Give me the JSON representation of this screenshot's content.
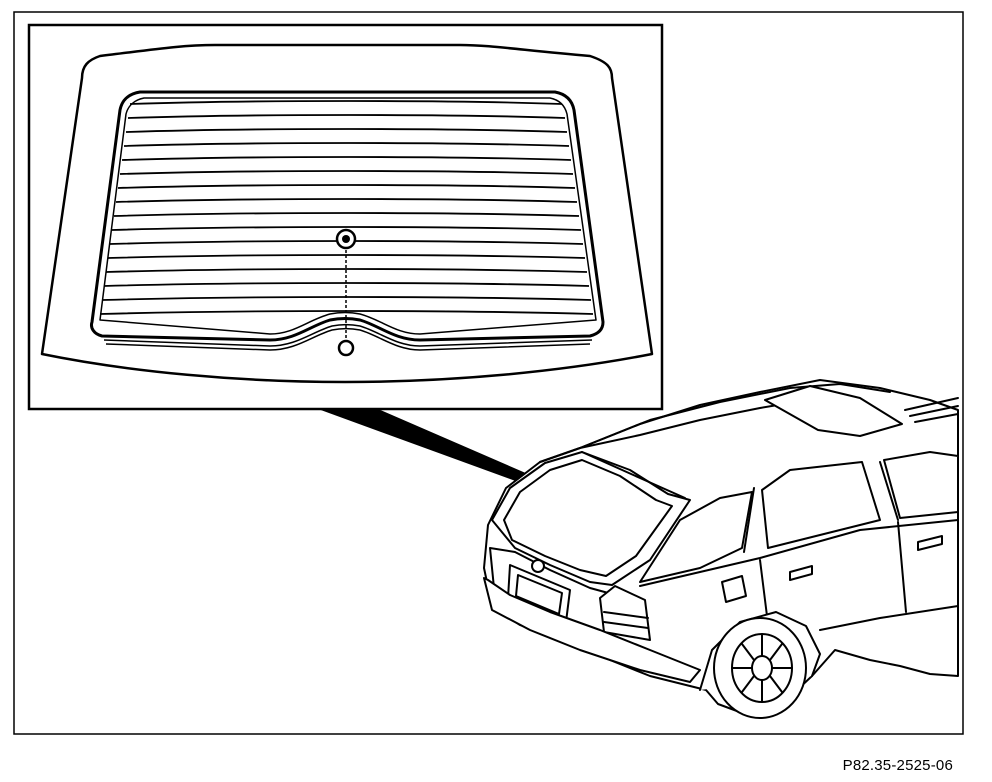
{
  "figure": {
    "reference": "P82.35-2525-06"
  },
  "colors": {
    "line": "#000000",
    "background": "#ffffff"
  },
  "elements": {
    "detail_view": "rear-window-heater-grid-detail",
    "vehicle": "station-wagon-rear-view",
    "callout": "leader-line"
  }
}
